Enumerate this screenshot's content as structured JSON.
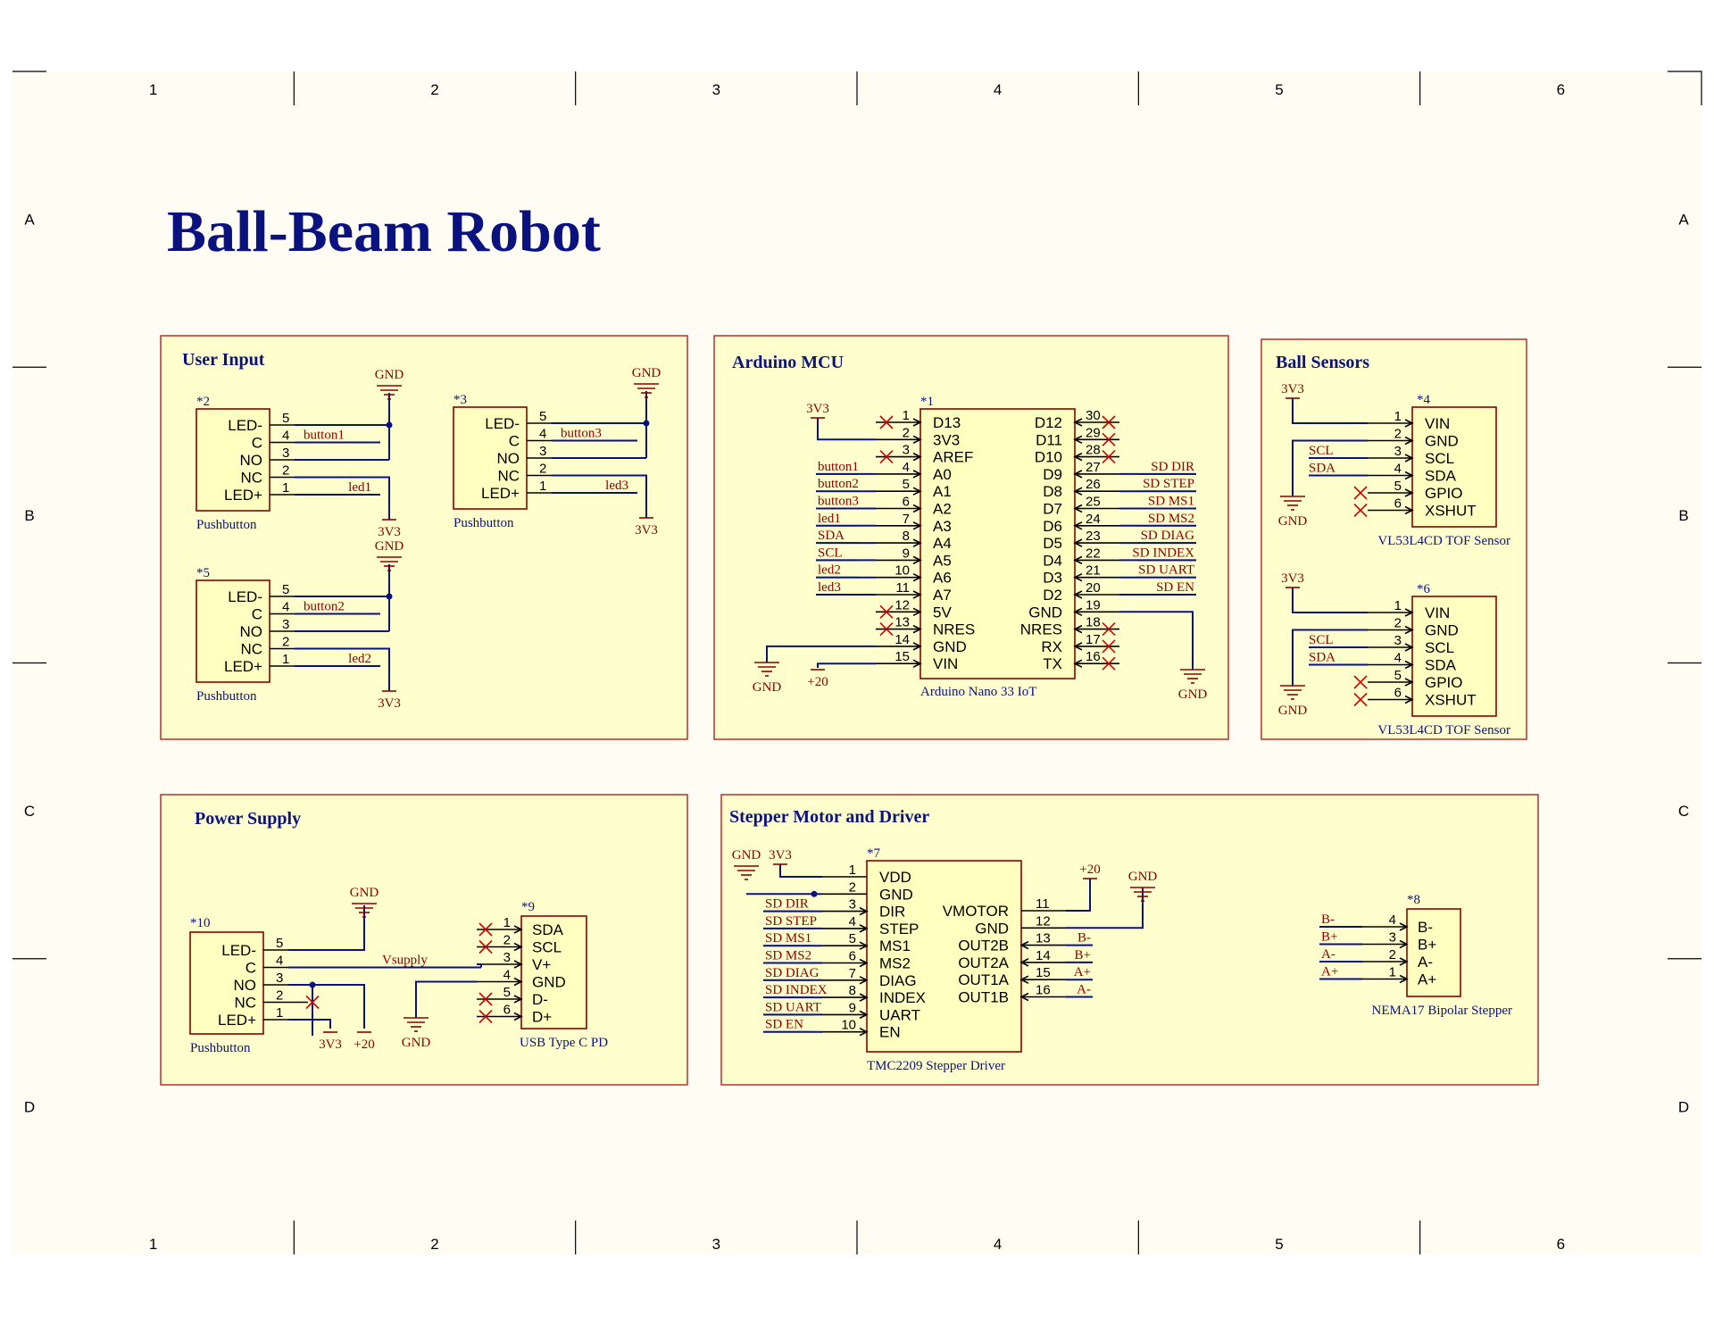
{
  "title": "Ball-Beam Robot",
  "zones": {
    "columns": [
      "1",
      "2",
      "3",
      "4",
      "5",
      "6"
    ],
    "rows": [
      "A",
      "B",
      "C",
      "D"
    ]
  },
  "colors": {
    "wire": "#0a1280",
    "component_body": "#ffffc0",
    "block_fill": "#fffecd",
    "net_label": "#8b0000",
    "no_connect": "#d00000"
  },
  "blocks": {
    "user_input": {
      "title": "User Input",
      "pushbutton_labels": [
        "LED-",
        "C",
        "NO",
        "NC",
        "LED+"
      ],
      "pin_numbers": [
        "5",
        "4",
        "3",
        "2",
        "1"
      ],
      "components": [
        {
          "designator": "*2",
          "name": "Pushbutton",
          "net_c": "button1",
          "net_led": "led1",
          "gnd": "GND",
          "vcc": "3V3"
        },
        {
          "designator": "*3",
          "name": "Pushbutton",
          "net_c": "button3",
          "net_led": "led3",
          "gnd": "GND",
          "vcc": "3V3"
        },
        {
          "designator": "*5",
          "name": "Pushbutton",
          "net_c": "button2",
          "net_led": "led2",
          "gnd": "GND",
          "vcc": "3V3"
        }
      ]
    },
    "arduino": {
      "title": "Arduino MCU",
      "designator": "*1",
      "name": "Arduino Nano 33 IoT",
      "left_labels": [
        "D13",
        "3V3",
        "AREF",
        "A0",
        "A1",
        "A2",
        "A3",
        "A4",
        "A5",
        "A6",
        "A7",
        "5V",
        "NRES",
        "GND",
        "VIN"
      ],
      "left_pins": [
        "1",
        "2",
        "3",
        "4",
        "5",
        "6",
        "7",
        "8",
        "9",
        "10",
        "11",
        "12",
        "13",
        "14",
        "15"
      ],
      "left_nets": [
        "",
        "3V3",
        "",
        "button1",
        "button2",
        "button3",
        "led1",
        "SDA",
        "SCL",
        "led2",
        "led3",
        "",
        "",
        "GND",
        "+20"
      ],
      "right_labels": [
        "D12",
        "D11",
        "D10",
        "D9",
        "D8",
        "D7",
        "D6",
        "D5",
        "D4",
        "D3",
        "D2",
        "GND",
        "NRES",
        "RX",
        "TX"
      ],
      "right_pins": [
        "30",
        "29",
        "28",
        "27",
        "26",
        "25",
        "24",
        "23",
        "22",
        "21",
        "20",
        "19",
        "18",
        "17",
        "16"
      ],
      "right_nets": [
        "",
        "",
        "",
        "SD_DIR",
        "SD_STEP",
        "SD_MS1",
        "SD_MS2",
        "SD_DIAG",
        "SD_INDEX",
        "SD_UART",
        "SD_EN",
        "GND",
        "",
        "",
        ""
      ]
    },
    "ball_sensors": {
      "title": "Ball Sensors",
      "pin_labels": [
        "VIN",
        "GND",
        "SCL",
        "SDA",
        "GPIO",
        "XSHUT"
      ],
      "pin_numbers": [
        "1",
        "2",
        "3",
        "4",
        "5",
        "6"
      ],
      "components": [
        {
          "designator": "*4",
          "name": "VL53L4CD TOF Sensor",
          "vcc": "3V3",
          "gnd": "GND",
          "scl": "SCL",
          "sda": "SDA"
        },
        {
          "designator": "*6",
          "name": "VL53L4CD TOF Sensor",
          "vcc": "3V3",
          "gnd": "GND",
          "scl": "SCL",
          "sda": "SDA"
        }
      ]
    },
    "power": {
      "title": "Power Supply",
      "button": {
        "designator": "*10",
        "name": "Pushbutton",
        "labels": [
          "LED-",
          "C",
          "NO",
          "NC",
          "LED+"
        ],
        "pins": [
          "5",
          "4",
          "3",
          "2",
          "1"
        ]
      },
      "usb": {
        "designator": "*9",
        "name": "USB Type C PD",
        "labels": [
          "SDA",
          "SCL",
          "V+",
          "GND",
          "D-",
          "D+"
        ],
        "pins": [
          "1",
          "2",
          "3",
          "4",
          "5",
          "6"
        ]
      },
      "net_vsupply": "Vsupply",
      "gnd_top": "GND",
      "v3": "3V3",
      "v20": "+20",
      "gnd_bottom": "GND"
    },
    "stepper": {
      "title": "Stepper Motor and Driver",
      "driver": {
        "designator": "*7",
        "name": "TMC2209 Stepper Driver",
        "left_labels": [
          "VDD",
          "GND",
          "DIR",
          "STEP",
          "MS1",
          "MS2",
          "DIAG",
          "INDEX",
          "UART",
          "EN"
        ],
        "left_pins": [
          "1",
          "2",
          "3",
          "4",
          "5",
          "6",
          "7",
          "8",
          "9",
          "10"
        ],
        "left_nets": [
          "",
          "",
          "SD_DIR",
          "SD_STEP",
          "SD_MS1",
          "SD_MS2",
          "SD_DIAG",
          "SD_INDEX",
          "SD_UART",
          "SD_EN"
        ],
        "right_labels": [
          "VMOTOR",
          "GND",
          "OUT2B",
          "OUT2A",
          "OUT1A",
          "OUT1B"
        ],
        "right_pins": [
          "11",
          "12",
          "13",
          "14",
          "15",
          "16"
        ],
        "right_nets": [
          "",
          "",
          "B-",
          "B+",
          "A+",
          "A-"
        ],
        "gnd": "GND",
        "v3": "3V3",
        "v20": "+20",
        "gnd_right": "GND"
      },
      "motor": {
        "designator": "*8",
        "name": "NEMA17 Bipolar Stepper",
        "labels": [
          "B-",
          "B+",
          "A-",
          "A+"
        ],
        "pins": [
          "4",
          "3",
          "2",
          "1"
        ],
        "nets": [
          "B-",
          "B+",
          "A-",
          "A+"
        ]
      }
    }
  }
}
